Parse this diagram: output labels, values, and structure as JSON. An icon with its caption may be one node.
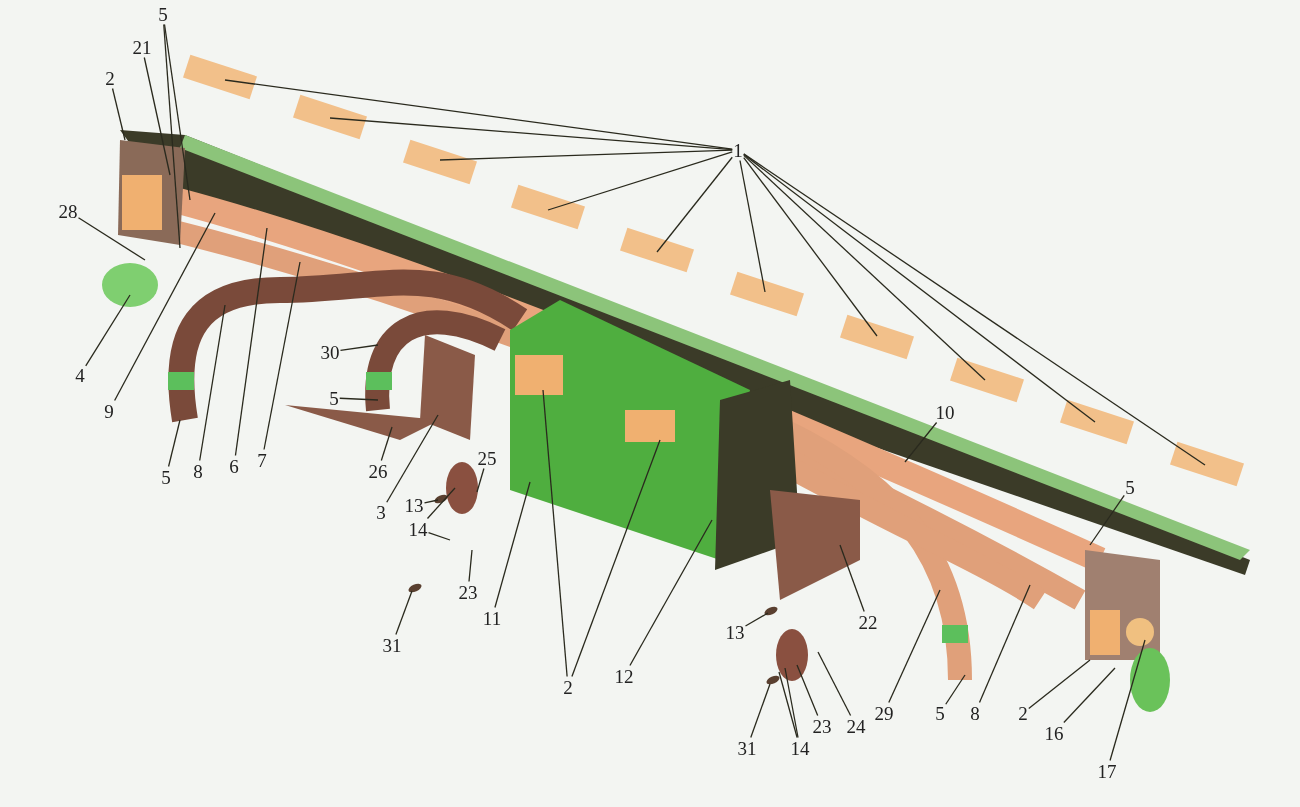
{
  "diagram": {
    "nodes": [
      {
        "text": [
          "1"
        ]
      },
      {
        "text": [
          "5"
        ]
      },
      {
        "text": [
          "21"
        ]
      },
      {
        "text": [
          "2"
        ]
      },
      {
        "text": [
          "28"
        ]
      },
      {
        "text": [
          "4"
        ]
      },
      {
        "text": [
          "9"
        ]
      },
      {
        "text": [
          "8"
        ]
      },
      {
        "text": [
          "6"
        ]
      },
      {
        "text": [
          "7"
        ]
      },
      {
        "text": [
          "5"
        ]
      },
      {
        "text": [
          "30"
        ]
      },
      {
        "text": [
          "5"
        ]
      },
      {
        "text": [
          "26"
        ]
      },
      {
        "text": [
          "3"
        ]
      },
      {
        "text": [
          "25"
        ]
      },
      {
        "text": [
          "13"
        ]
      },
      {
        "text": [
          "14"
        ]
      },
      {
        "text": [
          "23"
        ]
      },
      {
        "text": [
          "31"
        ]
      },
      {
        "text": [
          "11"
        ]
      },
      {
        "text": [
          "2"
        ]
      },
      {
        "text": [
          "12"
        ]
      },
      {
        "text": [
          "22"
        ]
      },
      {
        "text": [
          "13"
        ]
      },
      {
        "text": [
          "31"
        ]
      },
      {
        "text": [
          "14"
        ]
      },
      {
        "text": [
          "23"
        ]
      },
      {
        "text": [
          "24"
        ]
      },
      {
        "text": [
          "29"
        ]
      },
      {
        "text": [
          "5"
        ]
      },
      {
        "text": [
          "8"
        ]
      },
      {
        "text": [
          "2"
        ]
      },
      {
        "text": [
          "16"
        ]
      },
      {
        "text": [
          "17"
        ]
      },
      {
        "text": [
          "10"
        ]
      },
      {
        "text": [
          "5"
        ]
      }
    ],
    "edges": [
      {
        "from": 0,
        "to": null,
        "arrow": "none"
      },
      {
        "from": 0,
        "to": null,
        "arrow": "none"
      },
      {
        "from": 0,
        "to": null,
        "arrow": "none"
      },
      {
        "from": 0,
        "to": null,
        "arrow": "none"
      },
      {
        "from": 0,
        "to": null,
        "arrow": "none"
      },
      {
        "from": 0,
        "to": null,
        "arrow": "none"
      },
      {
        "from": 0,
        "to": null,
        "arrow": "none"
      },
      {
        "from": 0,
        "to": null,
        "arrow": "none"
      },
      {
        "from": 0,
        "to": null,
        "arrow": "none"
      },
      {
        "from": 0,
        "to": null,
        "arrow": "none"
      },
      {
        "from": 1,
        "to": null,
        "arrow": "none"
      },
      {
        "from": 1,
        "to": null,
        "arrow": "none"
      },
      {
        "from": 2,
        "to": null,
        "arrow": "none"
      },
      {
        "from": 3,
        "to": null,
        "arrow": "none"
      },
      {
        "from": 4,
        "to": null,
        "arrow": "none"
      },
      {
        "from": 5,
        "to": null,
        "arrow": "none"
      },
      {
        "from": 6,
        "to": null,
        "arrow": "none"
      },
      {
        "from": 7,
        "to": null,
        "arrow": "none"
      },
      {
        "from": 8,
        "to": null,
        "arrow": "none"
      },
      {
        "from": 9,
        "to": null,
        "arrow": "none"
      },
      {
        "from": 10,
        "to": null,
        "arrow": "none"
      },
      {
        "from": 11,
        "to": null,
        "arrow": "none"
      },
      {
        "from": 12,
        "to": null,
        "arrow": "none"
      },
      {
        "from": 13,
        "to": null,
        "arrow": "none"
      },
      {
        "from": 14,
        "to": null,
        "arrow": "none"
      },
      {
        "from": 15,
        "to": null,
        "arrow": "none"
      },
      {
        "from": 16,
        "to": null,
        "arrow": "none"
      },
      {
        "from": 17,
        "to": null,
        "arrow": "none"
      },
      {
        "from": 17,
        "to": null,
        "arrow": "none"
      },
      {
        "from": 18,
        "to": null,
        "arrow": "none"
      },
      {
        "from": 19,
        "to": null,
        "arrow": "none"
      },
      {
        "from": 20,
        "to": null,
        "arrow": "none"
      },
      {
        "from": 21,
        "to": null,
        "arrow": "none"
      },
      {
        "from": 21,
        "to": null,
        "arrow": "none"
      },
      {
        "from": 22,
        "to": null,
        "arrow": "none"
      },
      {
        "from": 23,
        "to": null,
        "arrow": "none"
      },
      {
        "from": 24,
        "to": null,
        "arrow": "none"
      },
      {
        "from": 25,
        "to": null,
        "arrow": "none"
      },
      {
        "from": 26,
        "to": null,
        "arrow": "none"
      },
      {
        "from": 26,
        "to": null,
        "arrow": "none"
      },
      {
        "from": 27,
        "to": null,
        "arrow": "none"
      },
      {
        "from": 28,
        "to": null,
        "arrow": "none"
      },
      {
        "from": 29,
        "to": null,
        "arrow": "none"
      },
      {
        "from": 30,
        "to": null,
        "arrow": "none"
      },
      {
        "from": 31,
        "to": null,
        "arrow": "none"
      },
      {
        "from": 32,
        "to": null,
        "arrow": "none"
      },
      {
        "from": 33,
        "to": null,
        "arrow": "none"
      },
      {
        "from": 34,
        "to": null,
        "arrow": "none"
      },
      {
        "from": 35,
        "to": null,
        "arrow": "none"
      },
      {
        "from": 36,
        "to": null,
        "arrow": "none"
      }
    ]
  }
}
